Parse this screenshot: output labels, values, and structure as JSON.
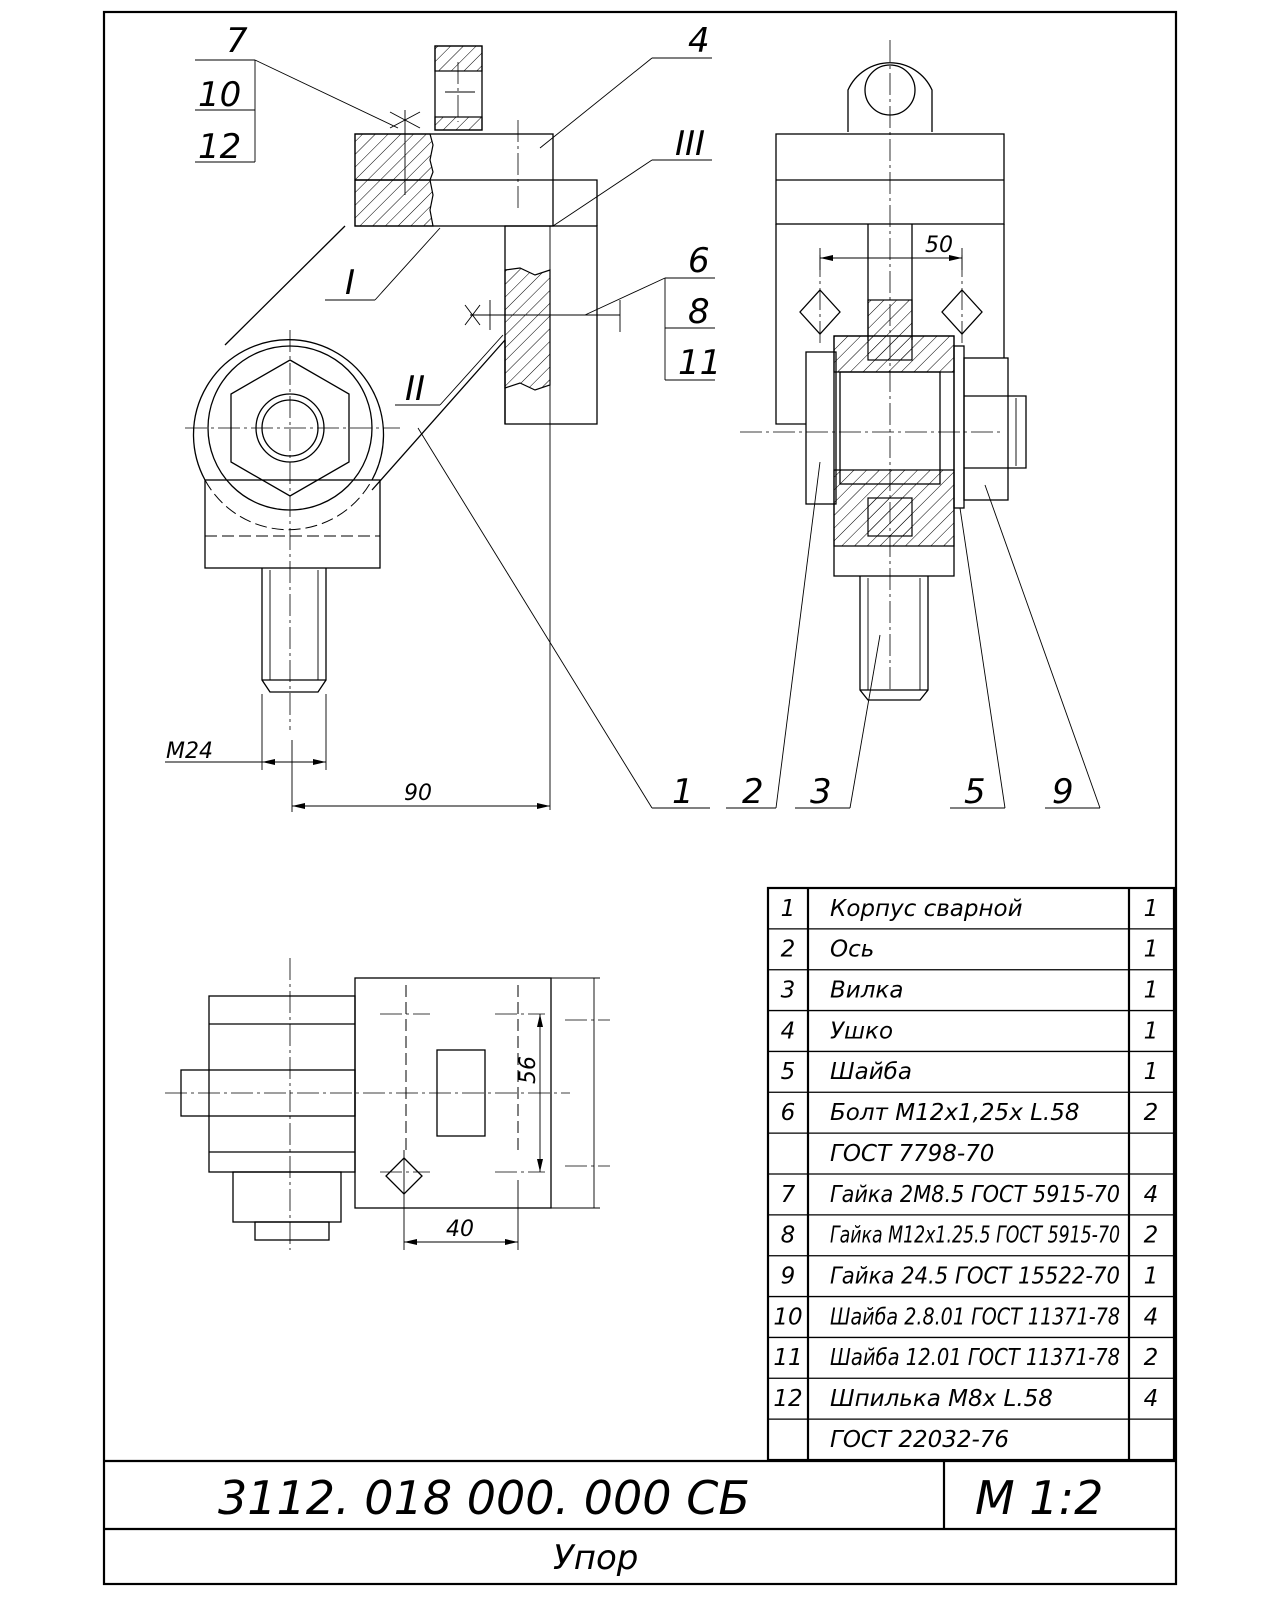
{
  "leaders": {
    "l7": "7",
    "l10": "10",
    "l12": "12",
    "l4": "4",
    "lIII": "III",
    "lI": "I",
    "lII": "II",
    "l6": "6",
    "l8": "8",
    "l11": "11",
    "b1": "1",
    "b2": "2",
    "b3": "3",
    "b5": "5",
    "b9": "9"
  },
  "dimensions": {
    "m24": "M24",
    "d90": "90",
    "d50": "50",
    "d56": "56",
    "d40": "40"
  },
  "spec": {
    "rows": [
      {
        "pos": "1",
        "name": "Корпус  сварной",
        "qty": "1"
      },
      {
        "pos": "2",
        "name": "Ось",
        "qty": "1"
      },
      {
        "pos": "3",
        "name": "Вилка",
        "qty": "1"
      },
      {
        "pos": "4",
        "name": "Ушко",
        "qty": "1"
      },
      {
        "pos": "5",
        "name": "Шайба",
        "qty": "1"
      },
      {
        "pos": "6",
        "name": "Болт  М12х1,25х L.58",
        "qty": "2"
      },
      {
        "pos": "",
        "name": "ГОСТ 7798-70",
        "qty": ""
      },
      {
        "pos": "7",
        "name": "Гайка 2М8.5  ГОСТ 5915-70",
        "qty": "4"
      },
      {
        "pos": "8",
        "name": "Гайка М12х1.25.5  ГОСТ 5915-70",
        "qty": "2"
      },
      {
        "pos": "9",
        "name": "Гайка 24.5  ГОСТ 15522-70",
        "qty": "1"
      },
      {
        "pos": "10",
        "name": "Шайба 2.8.01  ГОСТ 11371-78",
        "qty": "4"
      },
      {
        "pos": "11",
        "name": "Шайба 12.01  ГОСТ 11371-78",
        "qty": "2"
      },
      {
        "pos": "12",
        "name": "Шпилька М8х L.58",
        "qty": "4"
      },
      {
        "pos": "",
        "name": "ГОСТ 22032-76",
        "qty": ""
      }
    ]
  },
  "titleblock": {
    "designation": "3112. 018 000. 000 СБ",
    "scale": "М 1:2",
    "name": "Упор"
  }
}
